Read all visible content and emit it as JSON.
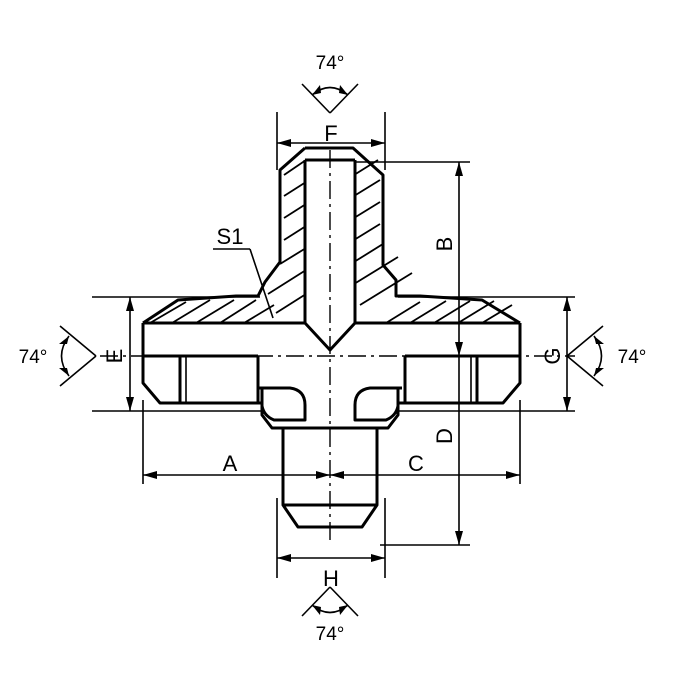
{
  "labels": {
    "A": "A",
    "B": "B",
    "C": "C",
    "D": "D",
    "E": "E",
    "F": "F",
    "G": "G",
    "H": "H",
    "S1": "S1"
  },
  "angles": {
    "top": "74°",
    "bottom": "74°",
    "left": "74°",
    "right": "74°"
  }
}
